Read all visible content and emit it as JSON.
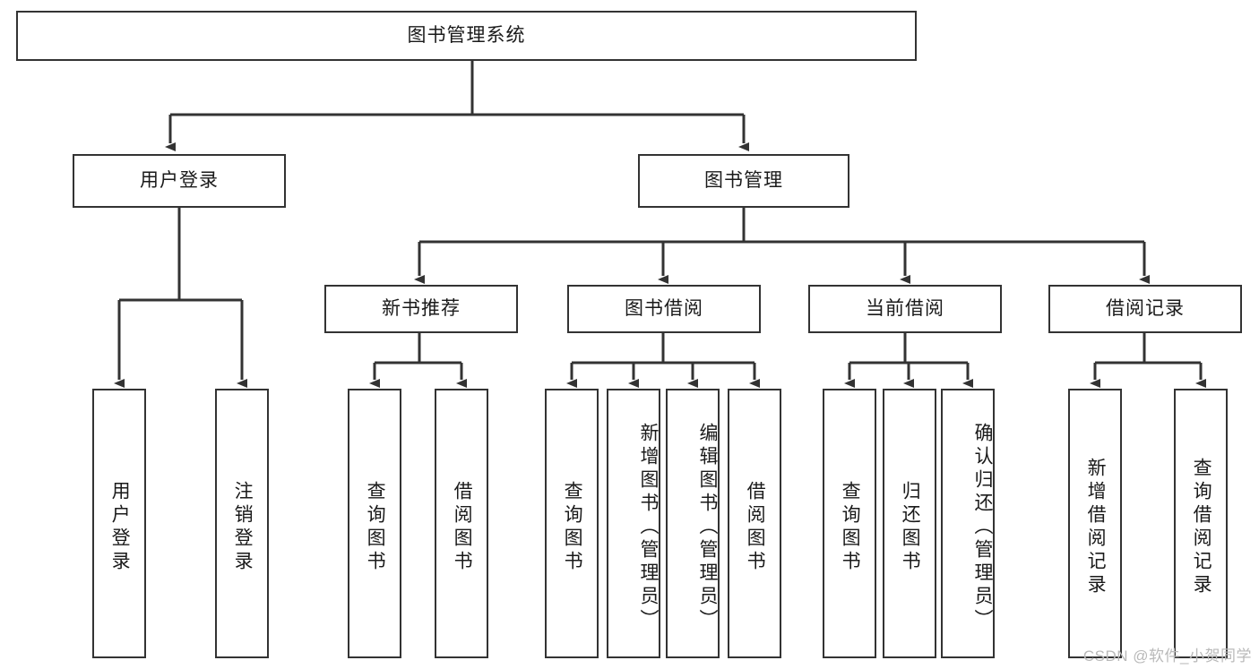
{
  "diagram": {
    "title": "图书管理系统",
    "root": {
      "label": "图书管理系统"
    },
    "level2": [
      {
        "label": "用户登录"
      },
      {
        "label": "图书管理"
      }
    ],
    "level3": [
      {
        "label": "新书推荐"
      },
      {
        "label": "图书借阅"
      },
      {
        "label": "当前借阅"
      },
      {
        "label": "借阅记录"
      }
    ],
    "leaves": [
      {
        "label": "用户登录"
      },
      {
        "label": "注销登录"
      },
      {
        "label": "查询图书"
      },
      {
        "label": "借阅图书"
      },
      {
        "label": "查询图书"
      },
      {
        "label": "新增图书（管理员）"
      },
      {
        "label": "编辑图书（管理员）"
      },
      {
        "label": "借阅图书"
      },
      {
        "label": "查询图书"
      },
      {
        "label": "归还图书"
      },
      {
        "label": "确认归还（管理员）"
      },
      {
        "label": "新增借阅记录"
      },
      {
        "label": "查询借阅记录"
      }
    ],
    "colors": {
      "border": "#333333",
      "fill": "#ffffff",
      "text": "#1a1a1a",
      "watermark": "#b9b9b9"
    }
  },
  "watermark": {
    "text": "CSDN @软件_小贺同学"
  }
}
